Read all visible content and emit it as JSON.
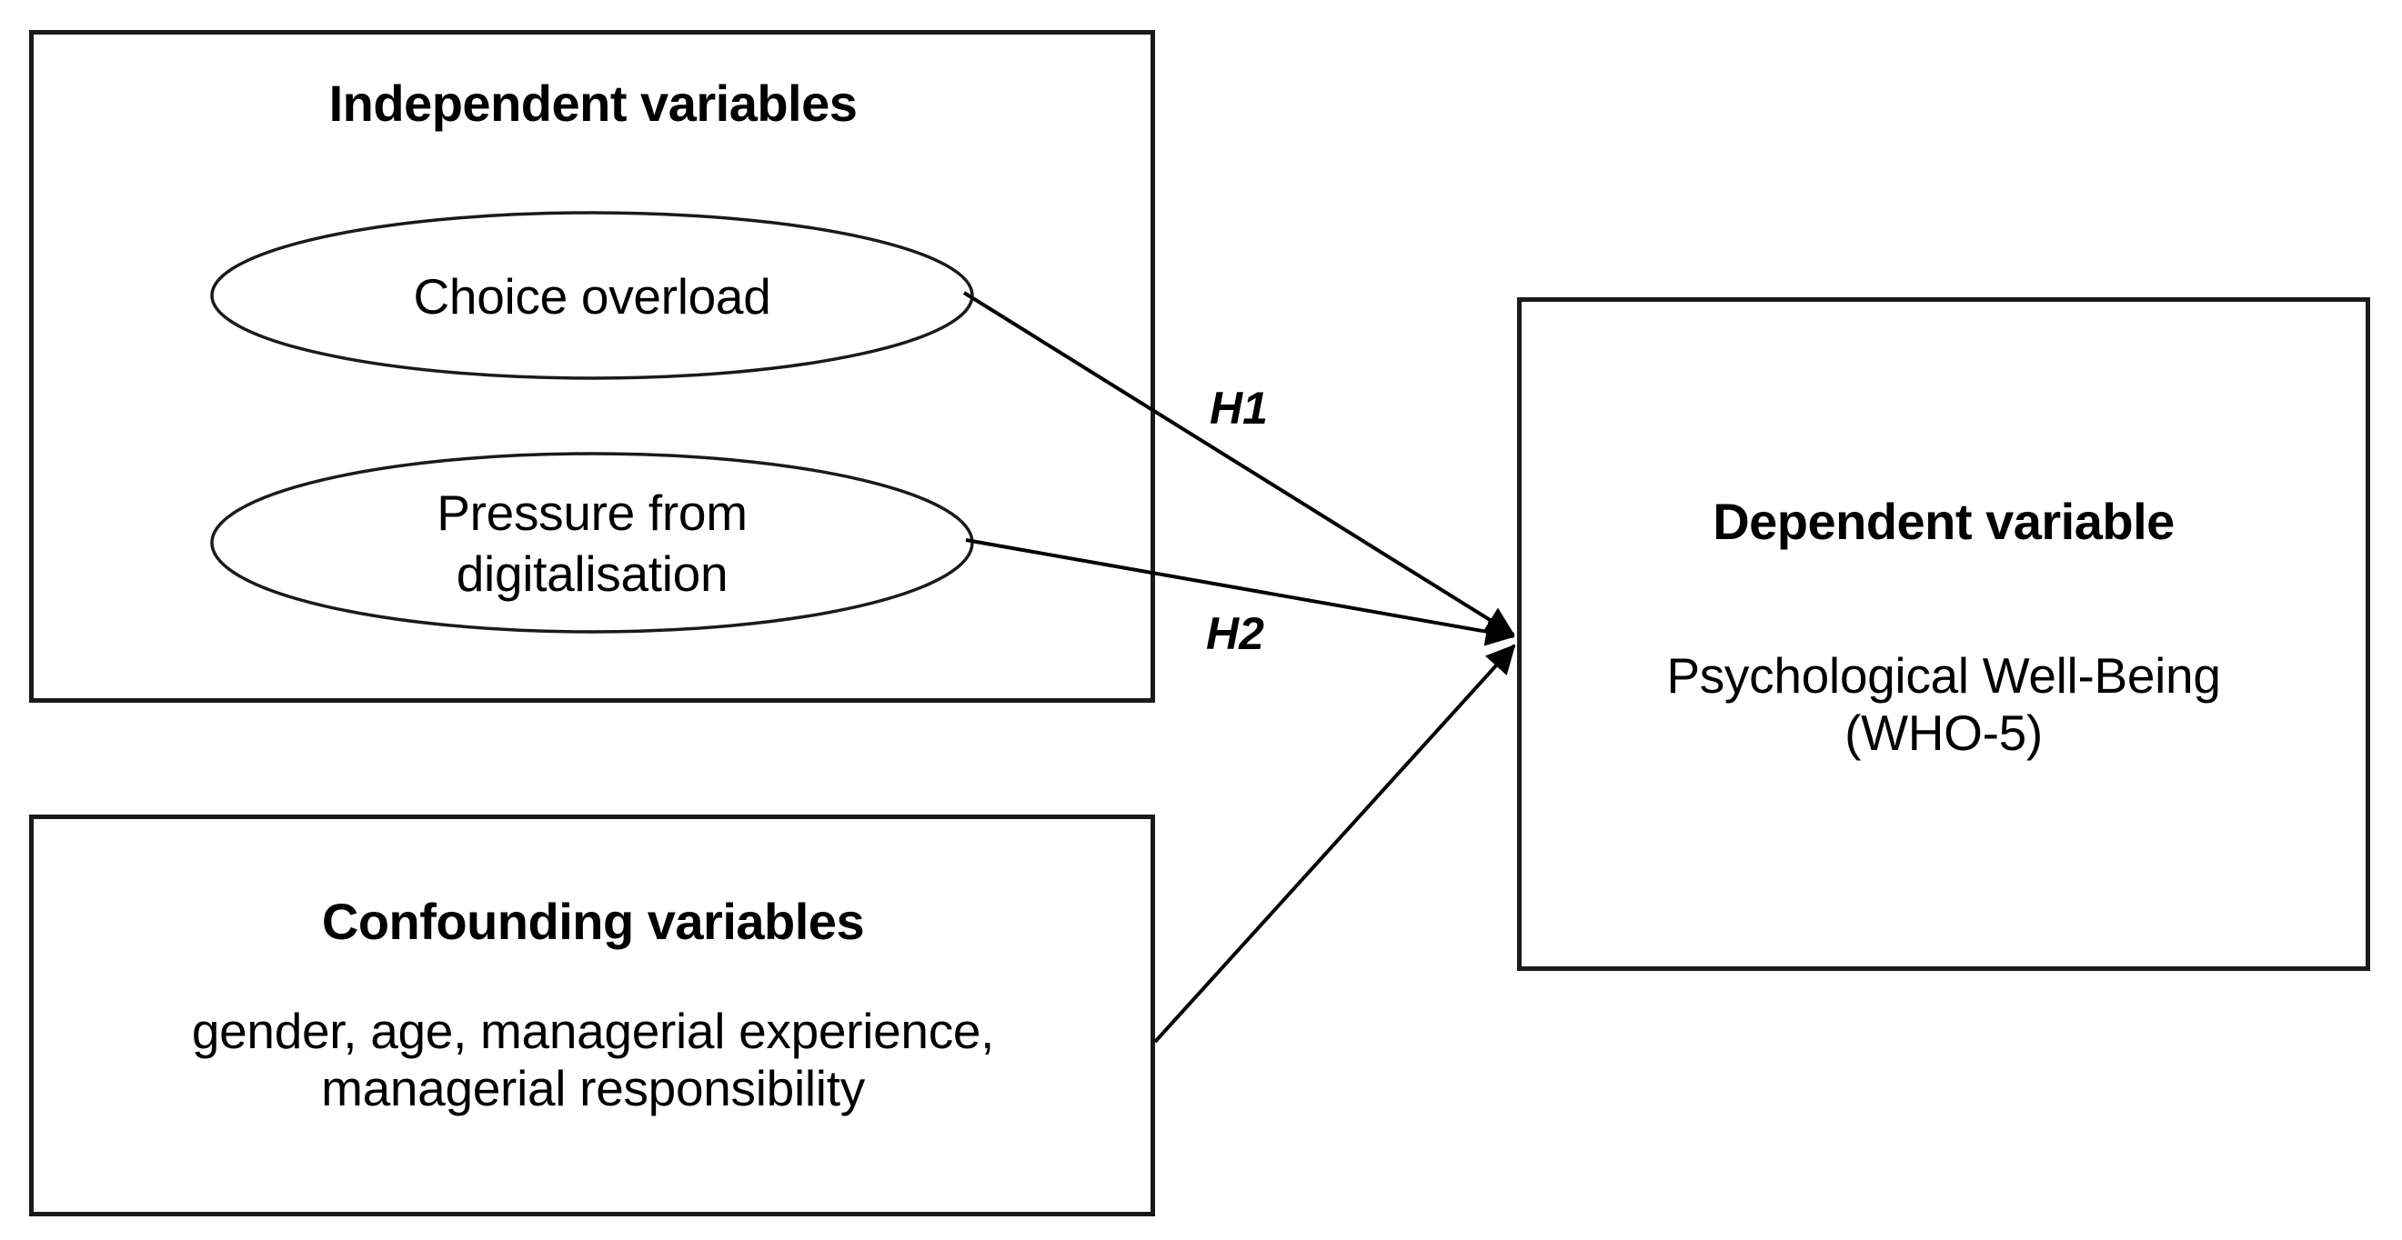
{
  "figure": {
    "type": "conceptual-research-model-diagram",
    "background_color": "#ffffff",
    "line_color": "#1a1a1a"
  },
  "independent_box": {
    "title": "Independent variables",
    "nodes": [
      {
        "id": "choice-overload",
        "label": "Choice overload"
      },
      {
        "id": "pressure-digitalisation",
        "label": "Pressure from\ndigitalisation"
      }
    ]
  },
  "confounding_box": {
    "title": "Confounding variables",
    "items_text": "gender, age, managerial experience,\nmanagerial responsibility",
    "items": [
      "gender",
      "age",
      "managerial experience",
      "managerial responsibility"
    ]
  },
  "dependent_box": {
    "title": "Dependent variable",
    "measure_text": "Psychological Well-Being\n(WHO-5)",
    "measure_name": "Psychological Well-Being",
    "instrument": "(WHO-5)"
  },
  "hypotheses": [
    {
      "id": "h1",
      "label": "H1",
      "from": "Choice overload",
      "to": "Psychological Well-Being (WHO-5)"
    },
    {
      "id": "h2",
      "label": "H2",
      "from": "Pressure from digitalisation",
      "to": "Psychological Well-Being (WHO-5)"
    }
  ],
  "edges": [
    {
      "id": "edge-h1",
      "from": "choice-overload",
      "to": "dependent-variable",
      "label": "H1",
      "arrowhead": true
    },
    {
      "id": "edge-h2",
      "from": "pressure-digitalisation",
      "to": "dependent-variable",
      "label": "H2",
      "arrowhead": true
    },
    {
      "id": "edge-confounders",
      "from": "confounding-variables",
      "to": "dependent-variable",
      "label": "",
      "arrowhead": true
    }
  ]
}
